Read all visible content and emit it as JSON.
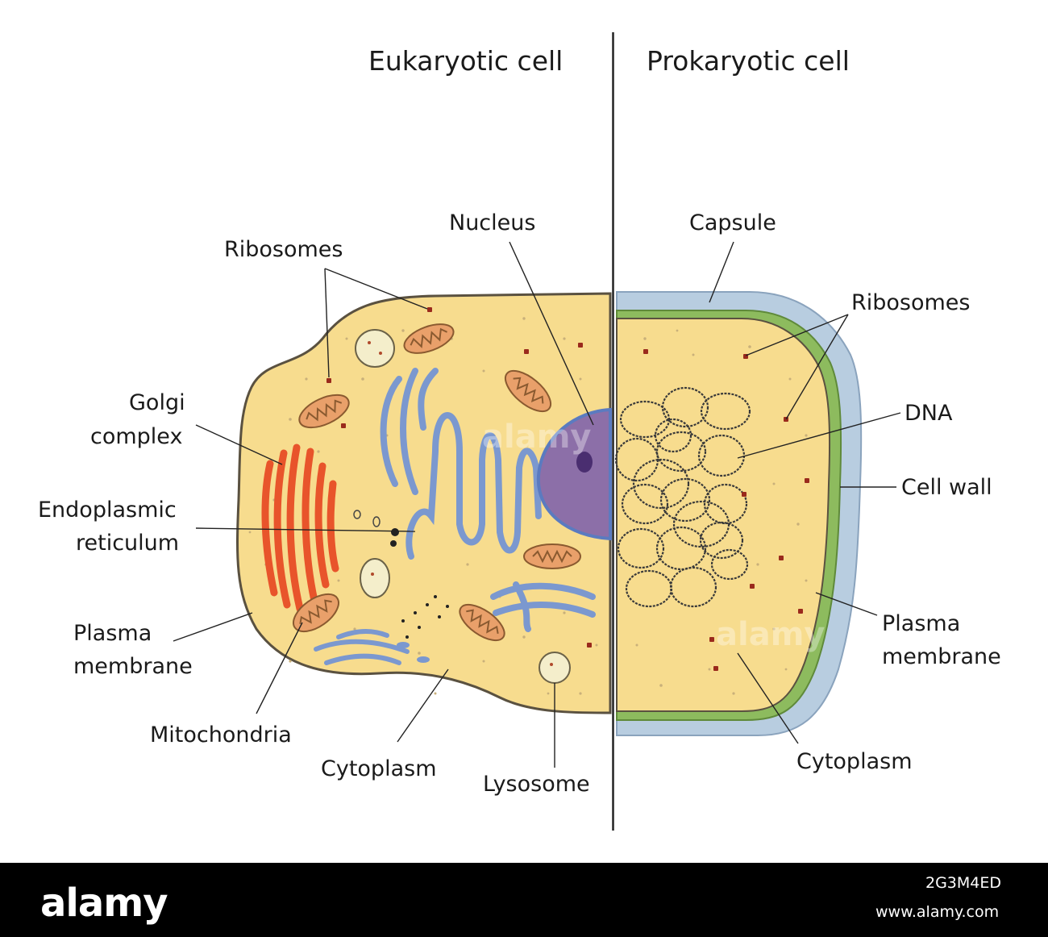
{
  "titles": {
    "eukaryotic": "Eukaryotic cell",
    "prokaryotic": "Prokaryotic cell"
  },
  "eukaryotic_labels": {
    "ribosomes": "Ribosomes",
    "nucleus": "Nucleus",
    "golgi_line1": "Golgi",
    "golgi_line2": "complex",
    "er_line1": "Endoplasmic",
    "er_line2": "reticulum",
    "plasma_line1": "Plasma",
    "plasma_line2": "membrane",
    "mitochondria": "Mitochondria",
    "cytoplasm": "Cytoplasm",
    "lysosome": "Lysosome"
  },
  "prokaryotic_labels": {
    "capsule": "Capsule",
    "ribosomes": "Ribosomes",
    "dna": "DNA",
    "cell_wall": "Cell wall",
    "plasma_line1": "Plasma",
    "plasma_line2": "membrane",
    "cytoplasm": "Cytoplasm"
  },
  "watermark": "alamy",
  "footer": {
    "brand": "alamy",
    "image_id": "2G3M4ED",
    "url": "www.alamy.com"
  },
  "colors": {
    "cytoplasm": "#f7dc8e",
    "cell_outline": "#5a5140",
    "nucleus": "#8c6fa8",
    "golgi": "#e8542b",
    "er": "#7b98cf",
    "mitochondria": "#e9a06a",
    "capsule": "#b8cde0",
    "cell_wall": "#8dbb5e",
    "ribosome": "#9a2a1c",
    "lysosome": "#f4eecb",
    "dna": "#3a3a3a"
  }
}
